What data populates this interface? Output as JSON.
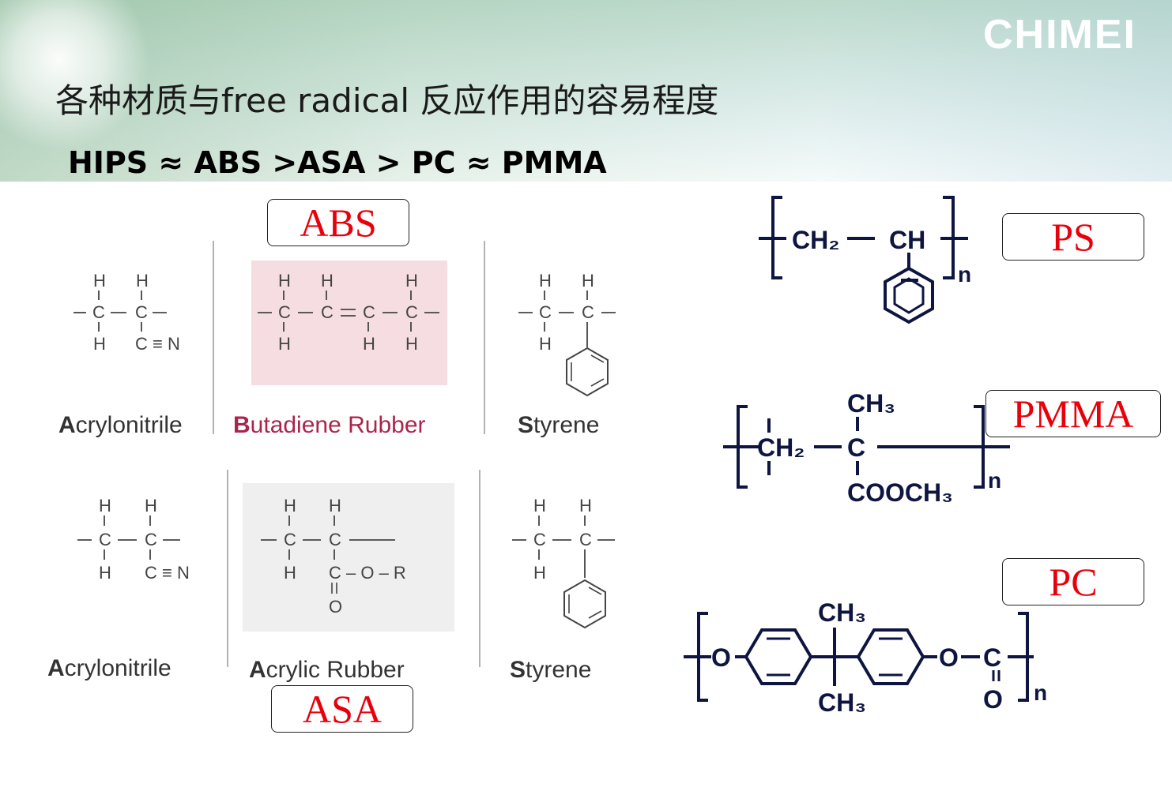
{
  "logo": "CHIMEI",
  "title": "各种材质与free radical 反应作用的容易程度",
  "ranking": "HIPS ≈ ABS >ASA > PC ≈ PMMA",
  "abs_block": {
    "label": "ABS",
    "monomers": [
      {
        "name_initial": "A",
        "name_rest": "crylonitrile",
        "group": "C ≡ N"
      },
      {
        "name_initial": "B",
        "name_rest": "utadiene Rubber"
      },
      {
        "name_initial": "S",
        "name_rest": "tyrene"
      }
    ]
  },
  "asa_block": {
    "label": "ASA",
    "monomers": [
      {
        "name_initial": "A",
        "name_rest": "crylonitrile",
        "group": "C ≡ N"
      },
      {
        "name_initial": "A",
        "name_rest": "crylic Rubber",
        "ester": "C – O – R"
      },
      {
        "name_initial": "S",
        "name_rest": "tyrene"
      }
    ]
  },
  "atoms": {
    "H": "H",
    "C": "C",
    "O": "O",
    "N": "N"
  },
  "polymers": [
    {
      "label": "PS",
      "unit": "CH₂",
      "ch": "CH",
      "n": "n"
    },
    {
      "label": "PMMA",
      "ch3": "CH₃",
      "ch2": "CH₂",
      "c": "C",
      "cooch3": "COOCH₃",
      "n": "n"
    },
    {
      "label": "PC",
      "ch3_top": "CH₃",
      "ch3_bottom": "CH₃",
      "o": "O",
      "c": "C",
      "n": "n"
    }
  ],
  "colors": {
    "tag_text": "#e8000b",
    "butadiene": "#a8264e",
    "butadiene_bg": "#f6dde2",
    "acrylic_bg": "#efefef",
    "polymer_ink": "#0d1540"
  }
}
